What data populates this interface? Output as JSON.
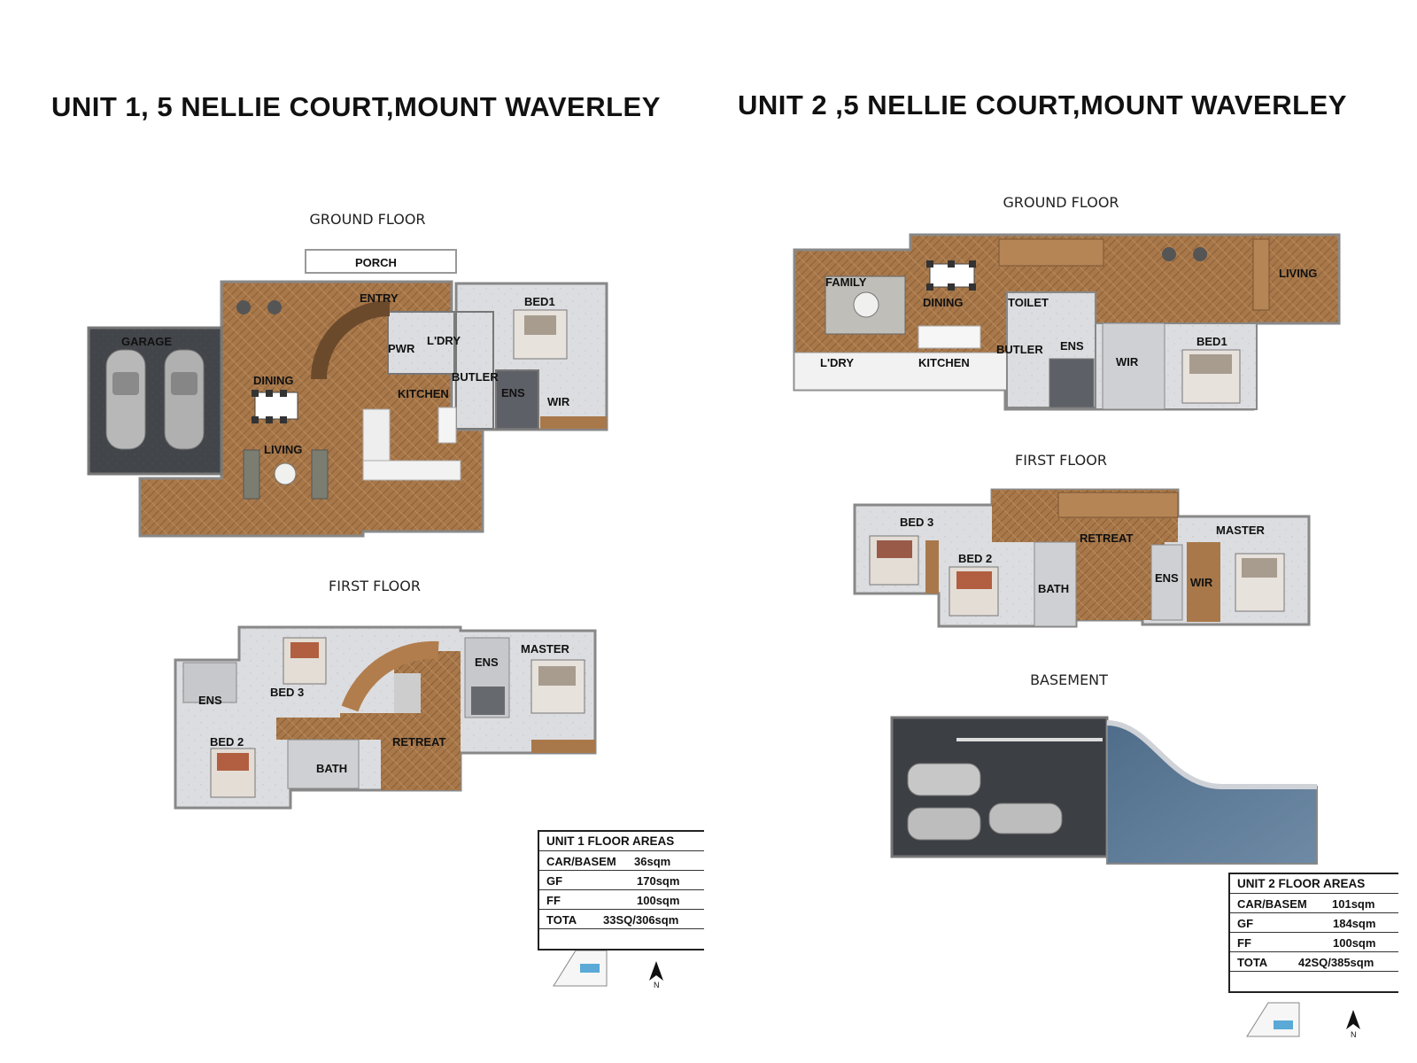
{
  "titles": {
    "unit1": "UNIT 1, 5 NELLIE COURT,MOUNT WAVERLEY",
    "unit2": "UNIT 2 ,5 NELLIE COURT,MOUNT WAVERLEY"
  },
  "unit1": {
    "ground_floor_label": "GROUND FLOOR",
    "first_floor_label": "FIRST FLOOR",
    "ground_rooms": {
      "porch": "PORCH",
      "entry": "ENTRY",
      "garage": "GARAGE",
      "dining": "DINING",
      "pwr": "PWR",
      "ldry": "L'DRY",
      "bed1": "BED1",
      "butler": "BUTLER",
      "kitchen": "KITCHEN",
      "ens": "ENS",
      "wir": "WIR",
      "living": "LIVING"
    },
    "first_rooms": {
      "ens_left": "ENS",
      "bed3": "BED 3",
      "ens_right": "ENS",
      "master": "MASTER",
      "bed2": "BED 2",
      "bath": "BATH",
      "retreat": "RETREAT"
    },
    "areas": {
      "heading": "UNIT 1  FLOOR  AREAS",
      "rows": [
        {
          "label": "CAR/BASEM",
          "value": "36sqm"
        },
        {
          "label": "GF",
          "value": "170sqm"
        },
        {
          "label": "FF",
          "value": "100sqm"
        },
        {
          "label": "TOTA",
          "value": "33SQ/306sqm"
        }
      ]
    },
    "north_label": "N"
  },
  "unit2": {
    "ground_floor_label": "GROUND FLOOR",
    "first_floor_label": "FIRST FLOOR",
    "basement_label": "BASEMENT",
    "ground_rooms": {
      "family": "FAMILY",
      "dining": "DINING",
      "toilet": "TOILET",
      "living": "LIVING",
      "ldry": "L'DRY",
      "kitchen": "KITCHEN",
      "butler": "BUTLER",
      "ens": "ENS",
      "wir": "WIR",
      "bed1": "BED1"
    },
    "first_rooms": {
      "bed3": "BED 3",
      "bed2": "BED 2",
      "retreat": "RETREAT",
      "master": "MASTER",
      "ens": "ENS",
      "wir": "WIR",
      "bath": "BATH"
    },
    "areas": {
      "heading": "UNIT 2  FLOOR  AREAS",
      "rows": [
        {
          "label": "CAR/BASEM",
          "value": "101sqm"
        },
        {
          "label": "GF",
          "value": "184sqm"
        },
        {
          "label": "FF",
          "value": "100sqm"
        },
        {
          "label": "TOTA",
          "value": "42SQ/385sqm"
        }
      ]
    },
    "north_label": "N"
  },
  "colors": {
    "wood": "#a8784a",
    "tile": "#dcdde0",
    "garage": "#3f4247",
    "wall": "#8e8e8e",
    "water": "#5aa9d6"
  }
}
